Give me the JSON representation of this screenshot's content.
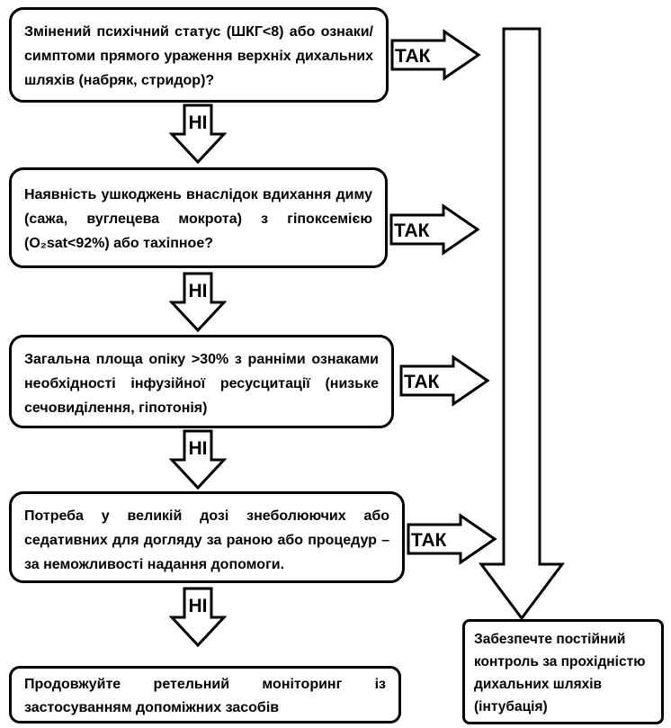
{
  "flowchart": {
    "yes_label": "ТАК",
    "no_label": "НІ",
    "questions": [
      {
        "text": "Змінений психічний статус (ШКГ<8) або ознаки/симптоми прямого ураження верхніх дихальних шляхів (набряк, стридор)?"
      },
      {
        "text": "Наявність ушкоджень внаслідок вдихання диму (сажа, вуглецева мокрота) з гіпоксемією (O₂sat<92%) або тахіпное?"
      },
      {
        "text": "Загальна площа опіку >30% з ранніми ознаками необхідності інфузійної ресусцитації (низьке сечовиділення, гіпотонія)"
      },
      {
        "text": "Потреба у великій дозі знеболюючих або седативних для догляду за раною або процедур – за неможливості надання допомоги."
      }
    ],
    "monitor_text": "Продовжуйте ретельний моніторинг із застосуванням допоміжних засобів",
    "result_text": "Забезпечте постійний контроль за прохідністю дихальних шляхів (інтубація)",
    "colors": {
      "stroke": "#000000",
      "fill": "#ffffff"
    }
  }
}
